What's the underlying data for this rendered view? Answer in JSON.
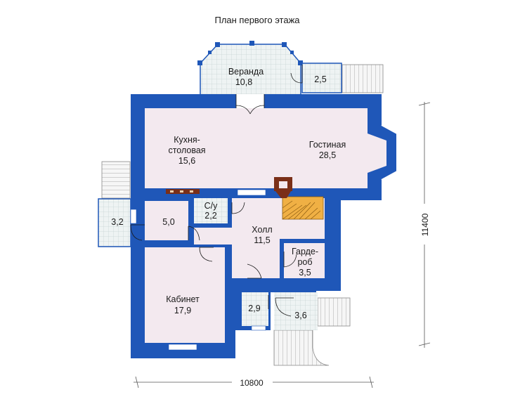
{
  "title": "План первого этажа",
  "rooms": {
    "veranda": {
      "name": "Веранда",
      "area": "10,8"
    },
    "veranda_side": {
      "area": "2,5"
    },
    "kitchen": {
      "name_line1": "Кухня-",
      "name_line2": "столовая",
      "area": "15,6"
    },
    "living": {
      "name": "Гостиная",
      "area": "28,5"
    },
    "porch_left": {
      "area": "3,2"
    },
    "utility": {
      "area": "5,0"
    },
    "wc": {
      "name": "С/у",
      "area": "2,2"
    },
    "hall": {
      "name": "Холл",
      "area": "11,5"
    },
    "wardrobe": {
      "name_line1": "Гарде-",
      "name_line2": "роб",
      "area": "3,5"
    },
    "office": {
      "name": "Кабинет",
      "area": "17,9"
    },
    "vestibule": {
      "area": "2,9"
    },
    "entrance": {
      "area": "3,6"
    }
  },
  "dimensions": {
    "width": "10800",
    "height": "11400"
  },
  "colors": {
    "wall": "#1f57b8",
    "floor_pink": "#f3e9ef",
    "tile_light": "#eef3f3",
    "tile_grid": "#c9d6d6",
    "stair": "#f0b044",
    "furniture": "#7a2f18",
    "dimline": "#555555"
  }
}
